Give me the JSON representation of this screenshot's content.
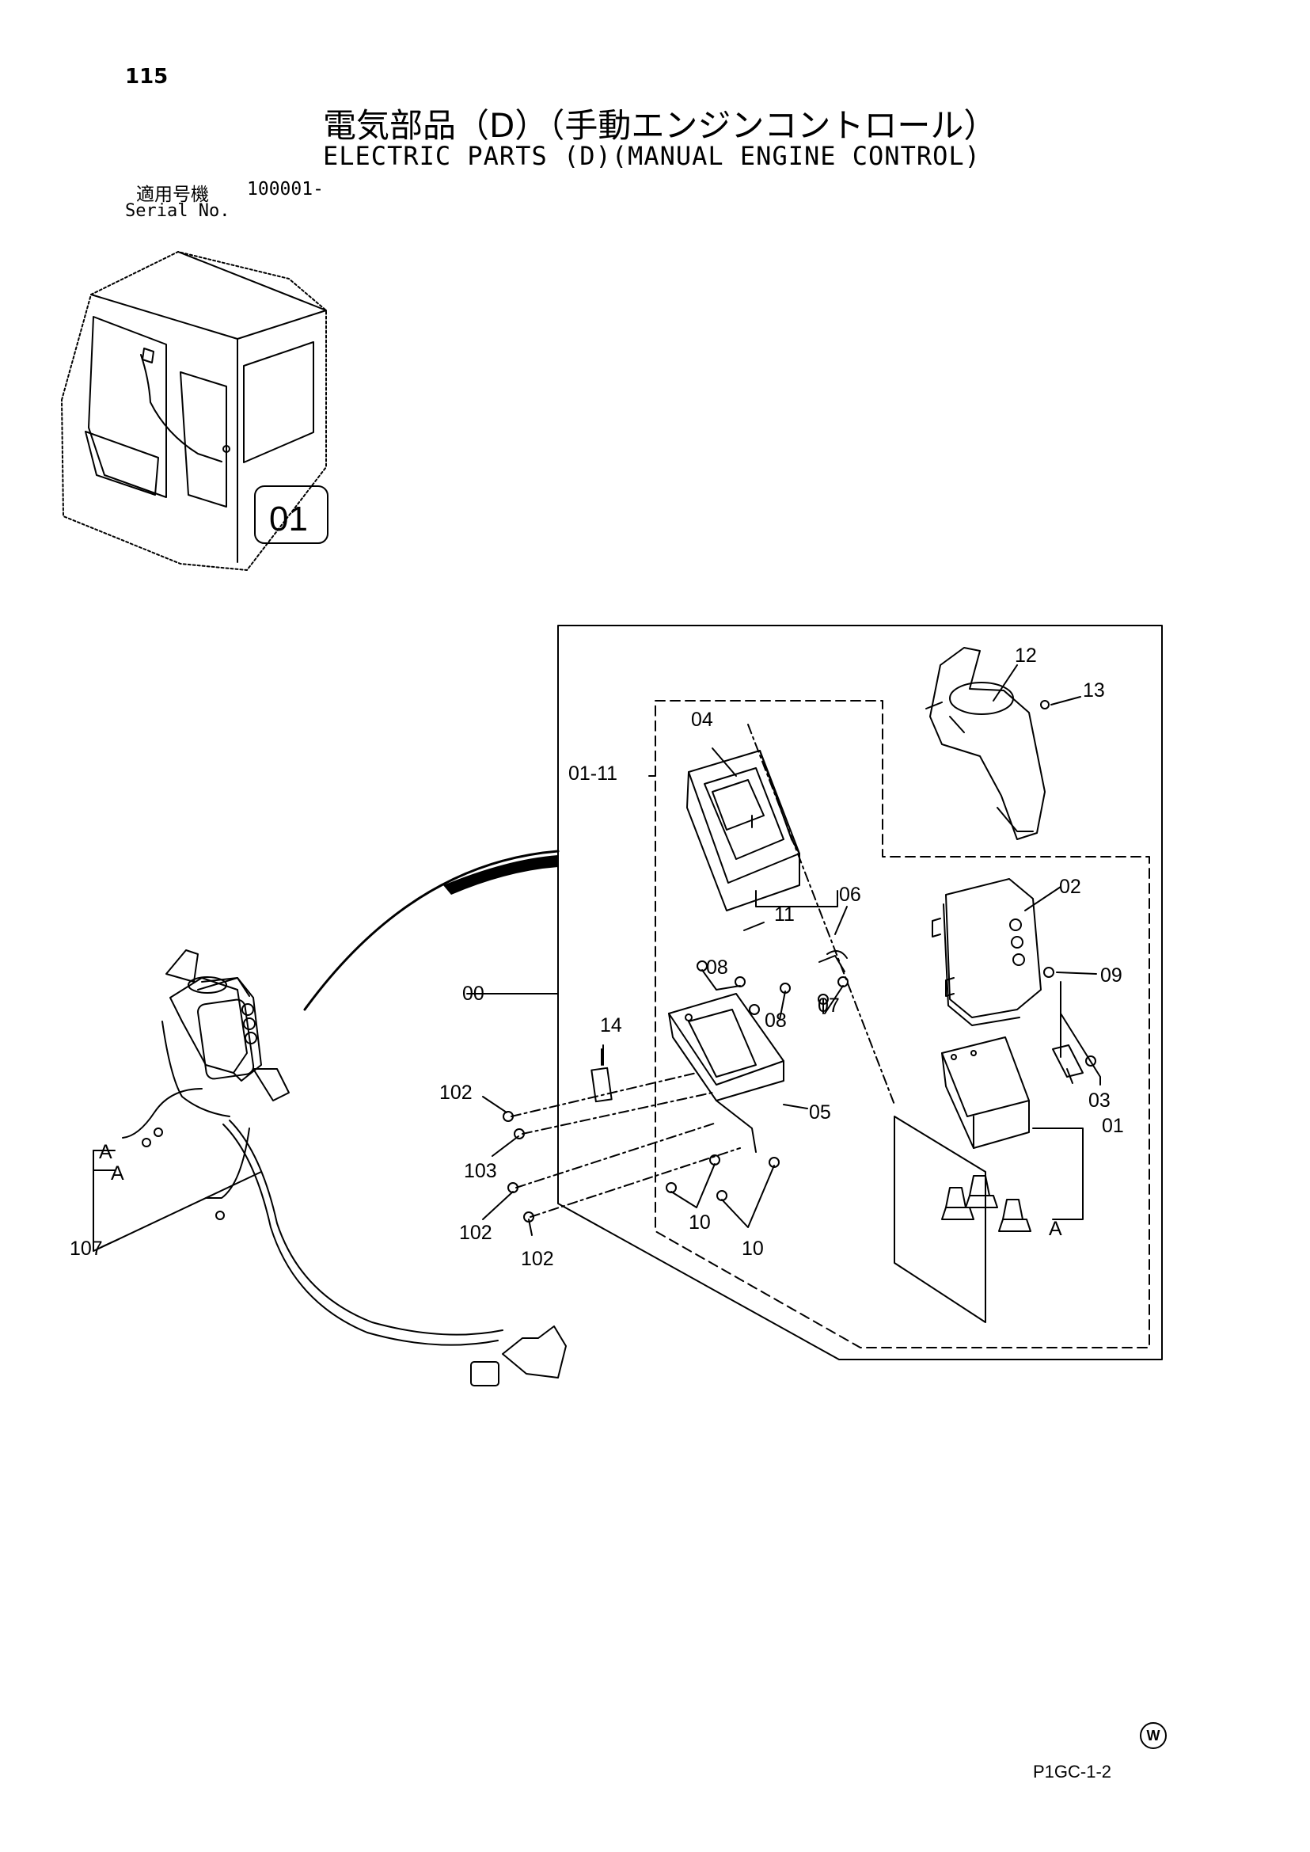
{
  "header": {
    "page_number": "115",
    "title_jp": "電気部品（D）（手動エンジンコントロール）",
    "title_en": "ELECTRIC PARTS (D)(MANUAL ENGINE CONTROL)",
    "serial_label_jp": "適用号機",
    "serial_value": "100001-",
    "serial_label_en": "Serial No."
  },
  "cab_icon": {
    "label": "01"
  },
  "callouts": {
    "c00": "00",
    "c01_11": "01-11",
    "c01": "01",
    "c02": "02",
    "c03": "03",
    "c04": "04",
    "c05": "05",
    "c06": "06",
    "c07": "07",
    "c08a": "08",
    "c08b": "08",
    "c09": "09",
    "c10a": "10",
    "c10b": "10",
    "c11": "11",
    "c12": "12",
    "c13": "13",
    "c14": "14",
    "c102a": "102",
    "c102b": "102",
    "c102c": "102",
    "c103": "103",
    "c107": "107",
    "ref_a1": "A",
    "ref_a2": "A",
    "ref_a3": "A"
  },
  "footer": {
    "code": "P1GC-1-2",
    "mark": "W"
  }
}
